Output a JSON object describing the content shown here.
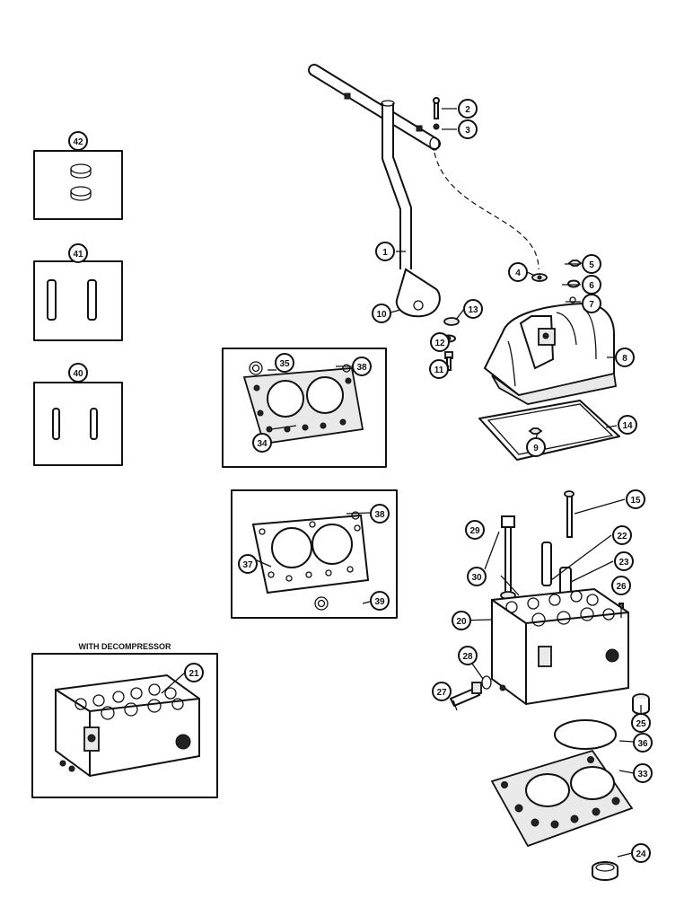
{
  "diagram": {
    "callouts": [
      "1",
      "2",
      "3",
      "4",
      "5",
      "6",
      "7",
      "8",
      "9",
      "10",
      "11",
      "12",
      "13",
      "14",
      "15",
      "20",
      "21",
      "22",
      "23",
      "24",
      "25",
      "26",
      "27",
      "28",
      "29",
      "30",
      "33",
      "34",
      "35",
      "36",
      "37",
      "38",
      "38",
      "39",
      "40",
      "41",
      "42"
    ],
    "decompressor_label": "WITH DECOMPRESSOR"
  }
}
